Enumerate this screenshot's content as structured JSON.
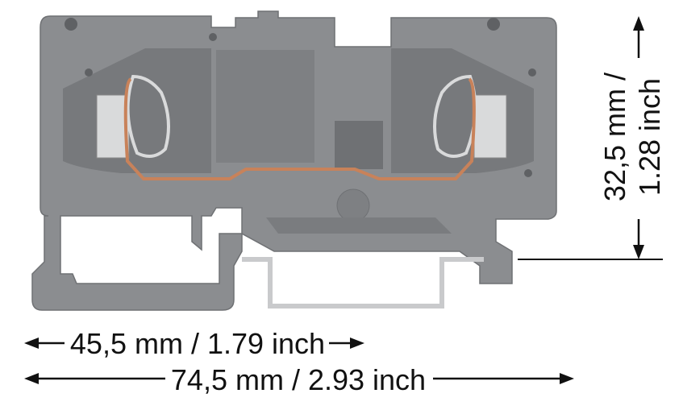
{
  "dimensions": {
    "inner_width": "45,5 mm / 1.79 inch",
    "total_width": "74,5 mm / 2.93 inch",
    "height_line1": "32,5 mm /",
    "height_line2": "1.28 inch"
  },
  "colors": {
    "housing": "#8b8d90",
    "housing_dark": "#6f7174",
    "busbar": "#c8825a",
    "clamp": "#d9dadb",
    "rail": "#c9cacc",
    "text": "#111111"
  }
}
